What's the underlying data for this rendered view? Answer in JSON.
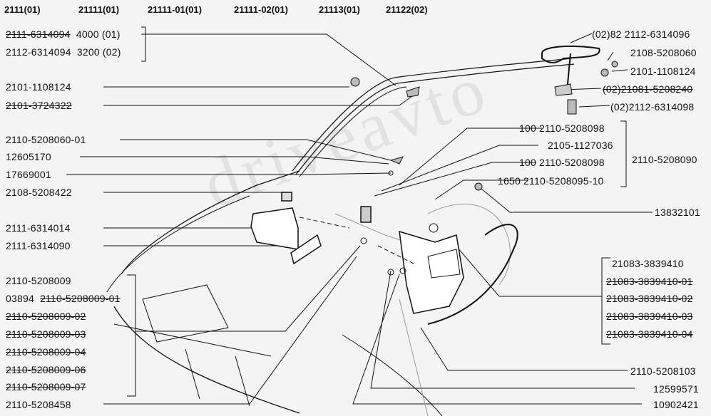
{
  "watermark": "driveavto",
  "headers": [
    "2111(01)",
    "21111(01)",
    "21111-01(01)",
    "21111-02(01)",
    "21113(01)",
    "21122(02)"
  ],
  "left_labels": {
    "l1": "2111-6314094",
    "l1_suffix": "4000 (01)",
    "l2": "2112-6314094",
    "l2_suffix": "3200 (02)",
    "l3": "2101-1108124",
    "l4": "2101-3724322",
    "l5": "2110-5208060-01",
    "l6": "12605170",
    "l7": "17669001",
    "l8": "2108-5208422",
    "l9": "2111-6314014",
    "l10": "2111-6314090",
    "g1": "2110-5208009",
    "g2_prefix": "03894",
    "g2": "2110-5208009-01",
    "g3": "2110-5208009-02",
    "g4": "2110-5208009-03",
    "g5": "2110-5208009-04",
    "g6": "2110-5208009-06",
    "g7": "2110-5208009-07",
    "l11": "2110-5208458"
  },
  "right_labels": {
    "r1": "(02)82  2112-6314096",
    "r2": "2108-5208060",
    "r3": "2101-1108124",
    "r4": "(02)21081-5208240",
    "r5": "(02)2112-6314098",
    "r6": "100  2110-5208098",
    "r7": "2105-1127036",
    "r8": "100  2110-5208098",
    "r9": "1650  2110-5208095-10",
    "r_group": "2110-5208090",
    "r10": "13832101",
    "h1": "21083-3839410",
    "h2": "21083-3839410-01",
    "h3": "21083-3839410-02",
    "h4": "21083-3839410-03",
    "h5": "21083-3839410-04",
    "r11": "2110-5208103",
    "r12": "12599571",
    "r13": "10902421"
  },
  "colors": {
    "line": "#111111",
    "background": "#f4f4f4"
  }
}
